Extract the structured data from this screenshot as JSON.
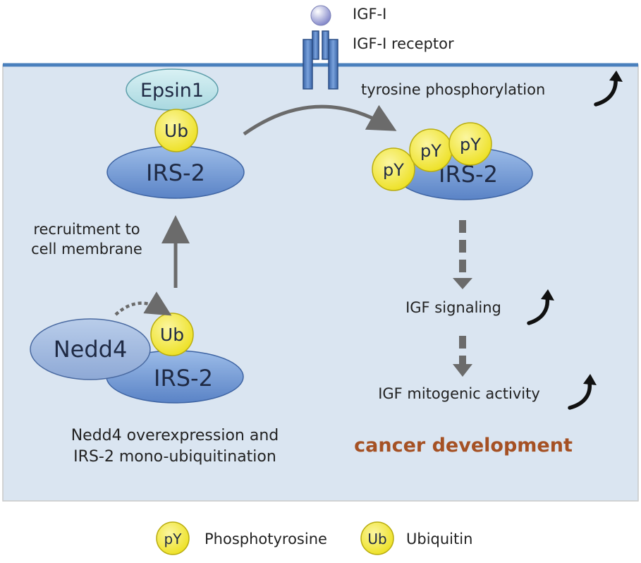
{
  "ligand": {
    "igf1_label": "IGF-I",
    "receptor_label": "IGF-I receptor"
  },
  "left": {
    "top_complex": {
      "epsin": "Epsin1",
      "ub": "Ub",
      "irs": "IRS-2"
    },
    "recruitment_label": [
      "recruitment to",
      "cell membrane"
    ],
    "bottom_complex": {
      "nedd4": "Nedd4",
      "ub": "Ub",
      "irs": "IRS-2"
    },
    "caption": [
      "Nedd4 overexpression and",
      "IRS-2 mono-ubiquitination"
    ]
  },
  "right": {
    "tyrosine_label": "tyrosine phosphorylation",
    "phospho_complex": {
      "py": [
        "pY",
        "pY",
        "pY"
      ],
      "irs": "IRS-2"
    },
    "signaling_label": "IGF signaling",
    "mitogenic_label": "IGF mitogenic activity",
    "outcome_label": "cancer development"
  },
  "legend": {
    "py_symbol": "pY",
    "py_label": "Phosphotyrosine",
    "ub_symbol": "Ub",
    "ub_label": "Ubiquitin"
  },
  "colors": {
    "cell_fill": "#dae5f1",
    "membrane": "#4a80bd",
    "irs_blue": "#6f95d3",
    "epsin_teal": "#bfe4ea",
    "yellow": "#f5ea38",
    "arrow_gray": "#6b6b6b",
    "cancer_text": "#a55124"
  }
}
